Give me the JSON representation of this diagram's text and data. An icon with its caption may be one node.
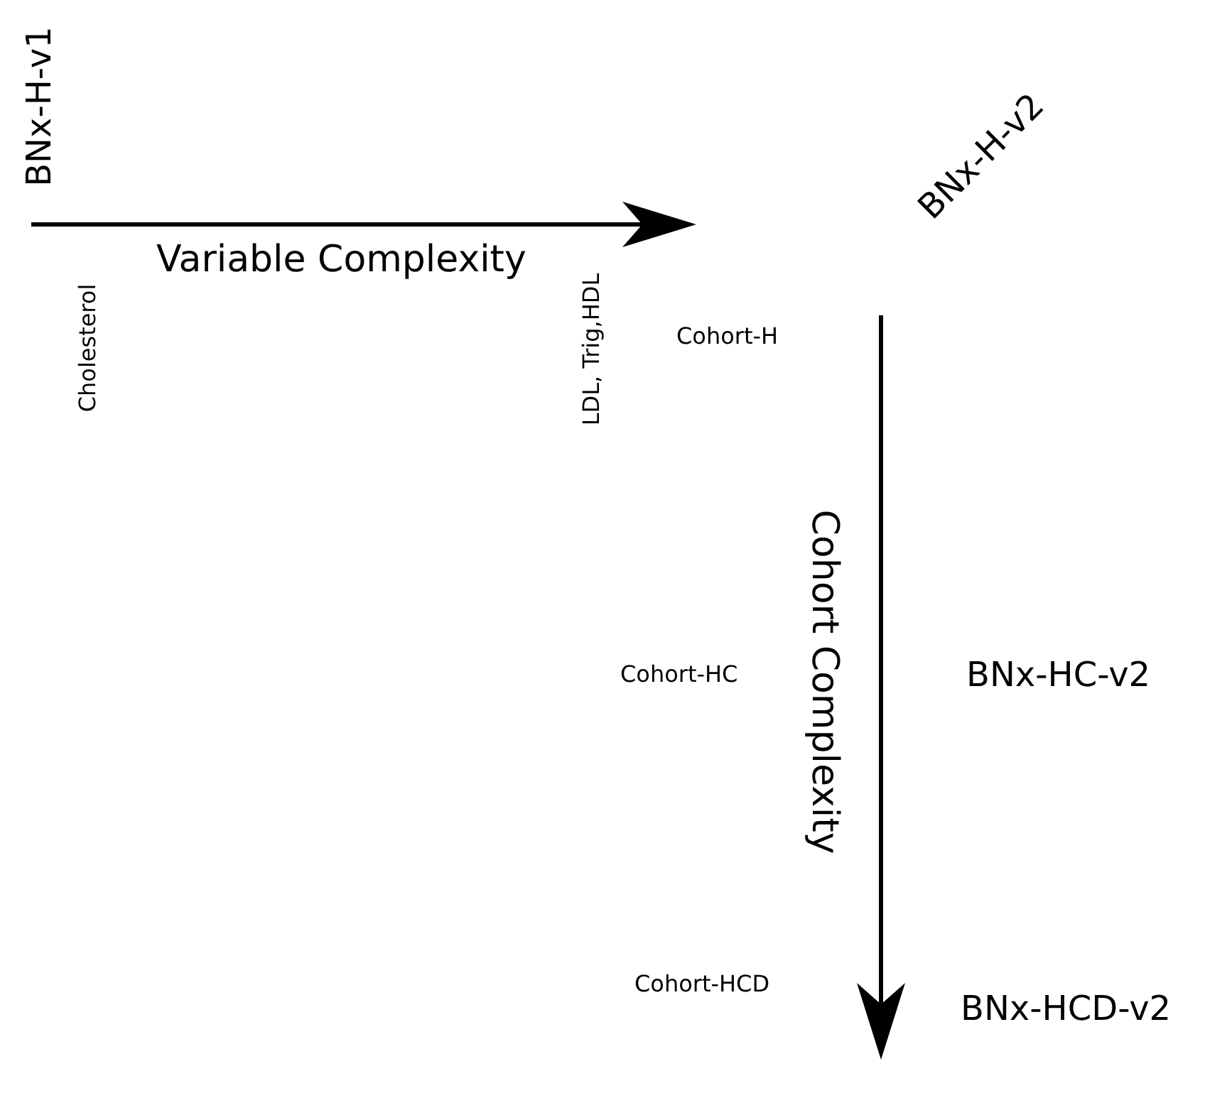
{
  "diagram": {
    "labels": [
      "BNx-H-v1",
      "BNx-H-v2",
      "Variable Complexity",
      "Cholesterol",
      "LDL, Trig,HDL",
      "Cohort-H",
      "Cohort Complexity",
      "Cohort-HC",
      "BNx-HC-v2",
      "Cohort-HCD",
      "BNx-HCD-v2"
    ]
  }
}
